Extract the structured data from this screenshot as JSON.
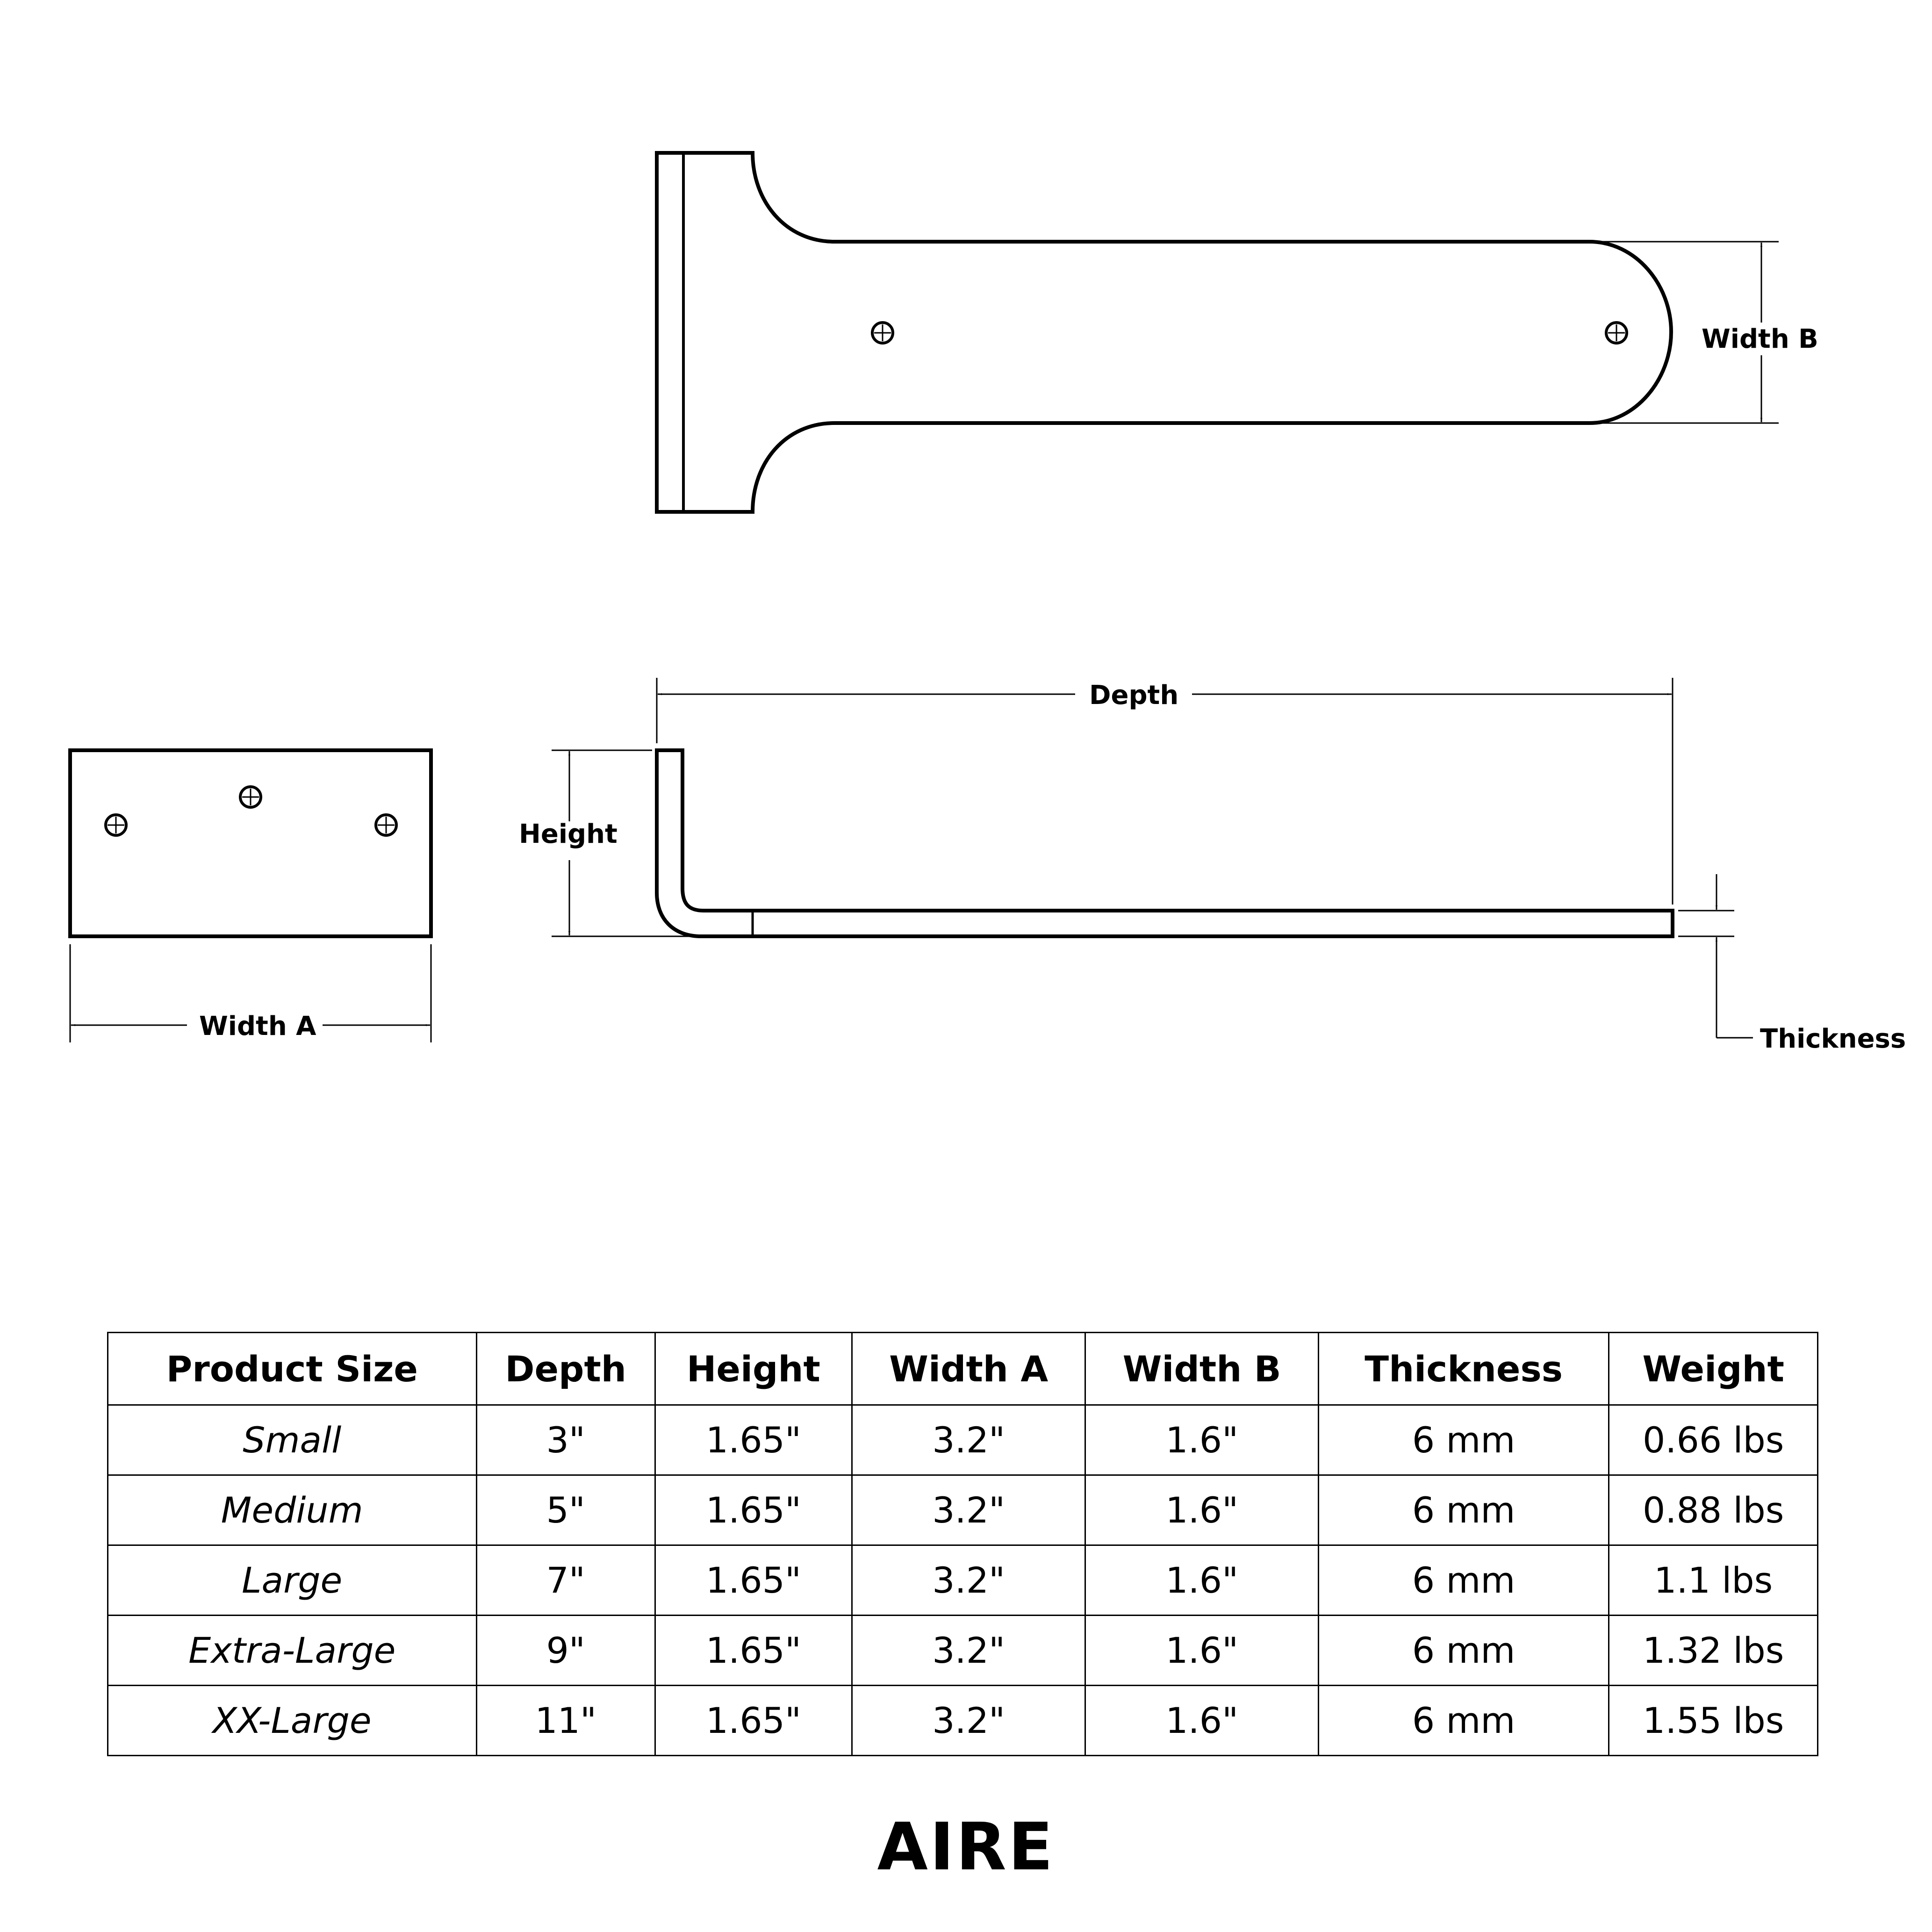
{
  "product": {
    "name": "AIRE"
  },
  "dimension_labels": {
    "width_a": "Width A",
    "width_b": "Width B",
    "depth": "Depth",
    "height": "Height",
    "thickness": "Thickness"
  },
  "table": {
    "headers": [
      "Product Size",
      "Depth",
      "Height",
      "Width A",
      "Width B",
      "Thickness",
      "Weight"
    ],
    "rows": [
      [
        "Small",
        "3\"",
        "1.65\"",
        "3.2\"",
        "1.6\"",
        "6 mm",
        "0.66 lbs"
      ],
      [
        "Medium",
        "5\"",
        "1.65\"",
        "3.2\"",
        "1.6\"",
        "6 mm",
        "0.88 lbs"
      ],
      [
        "Large",
        "7\"",
        "1.65\"",
        "3.2\"",
        "1.6\"",
        "6 mm",
        "1.1 lbs"
      ],
      [
        "Extra-Large",
        "9\"",
        "1.65\"",
        "3.2\"",
        "1.6\"",
        "6 mm",
        "1.32 lbs"
      ],
      [
        "XX-Large",
        "11\"",
        "1.65\"",
        "3.2\"",
        "1.6\"",
        "6 mm",
        "1.55 lbs"
      ]
    ]
  }
}
